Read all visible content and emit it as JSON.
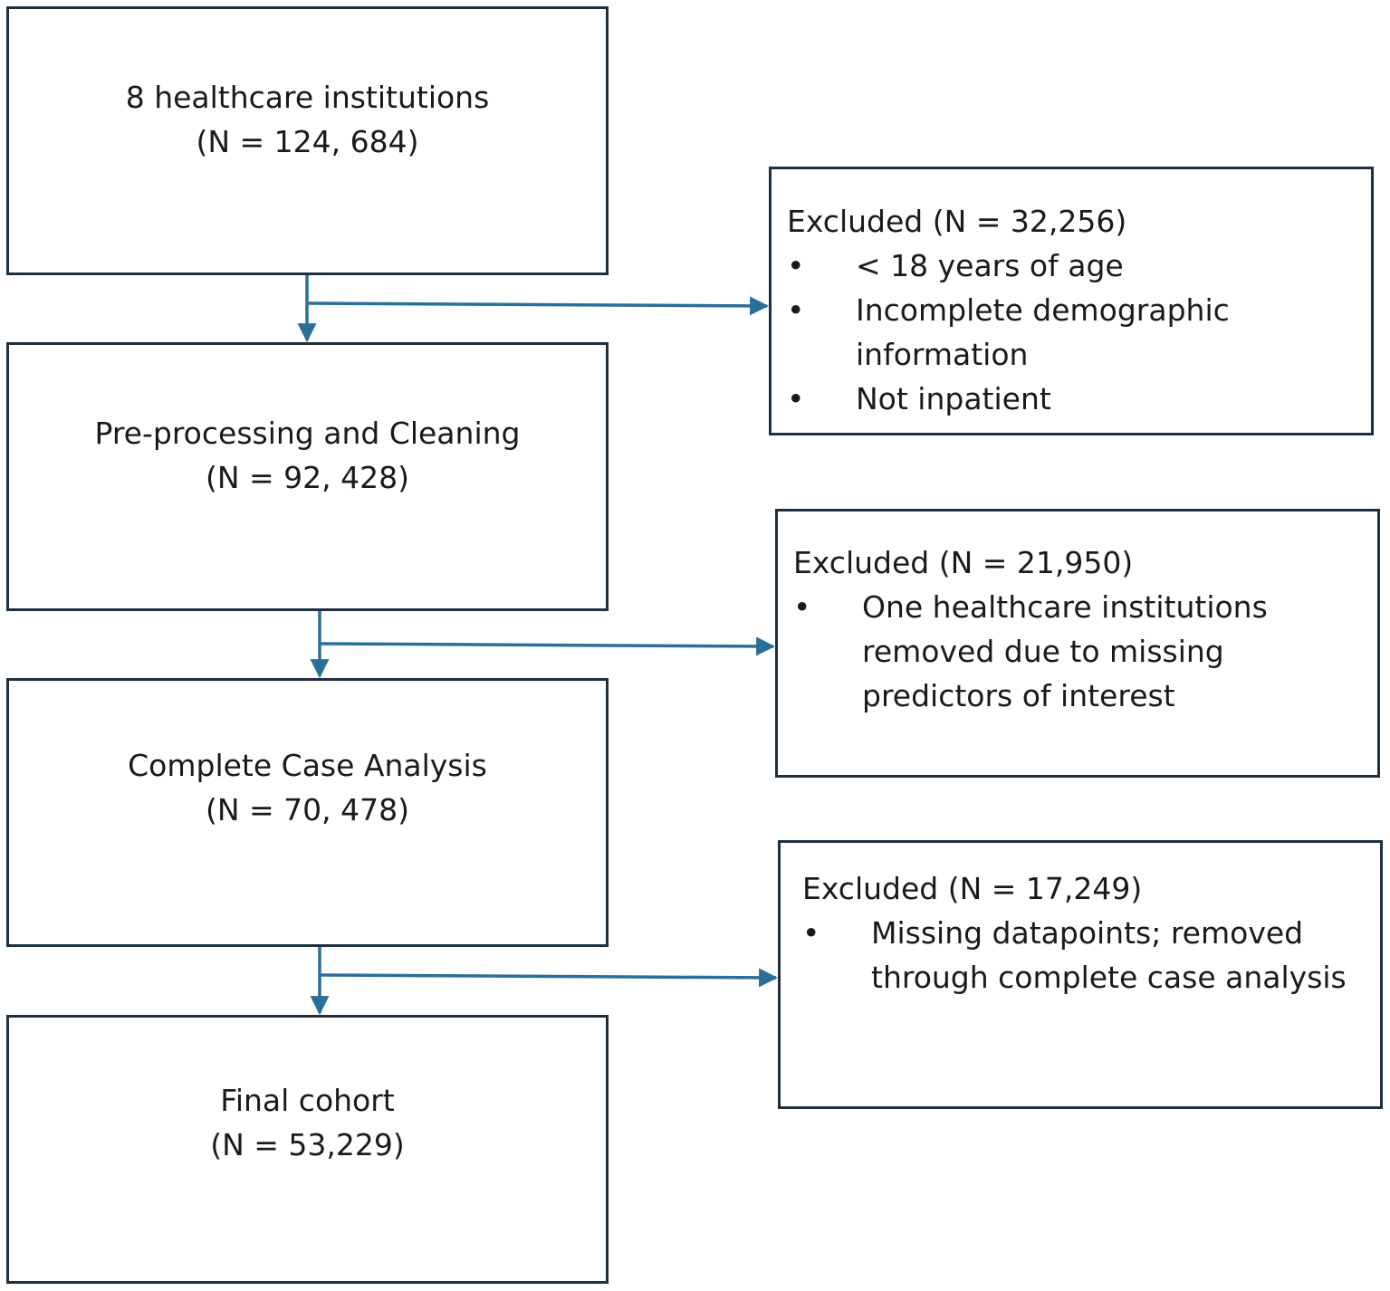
{
  "main_boxes": [
    {
      "title": "8 healthcare institutions",
      "count": "(N = 124, 684)"
    },
    {
      "title": "Pre-processing and Cleaning",
      "count": "(N = 92, 428)"
    },
    {
      "title": "Complete Case Analysis",
      "count": "(N = 70, 478)"
    },
    {
      "title": "Final cohort",
      "count": "(N = 53,229)"
    }
  ],
  "exclusion_boxes": [
    {
      "title": "Excluded (N = 32,256)",
      "items": [
        [
          "< 18 years of age"
        ],
        [
          "Incomplete demographic",
          "information"
        ],
        [
          "Not inpatient"
        ]
      ]
    },
    {
      "title": "Excluded (N = 21,950)",
      "items": [
        [
          "One healthcare institutions",
          "removed due to missing",
          "predictors of interest"
        ]
      ]
    },
    {
      "title": "Excluded (N = 17,249)",
      "items": [
        [
          "Missing datapoints; removed",
          "through complete case analysis"
        ]
      ]
    }
  ],
  "bullet_symbol": "•",
  "colors": {
    "box_border": "#1e2f3f",
    "arrow": "#2a6f97",
    "text": "#1a1a1a"
  }
}
